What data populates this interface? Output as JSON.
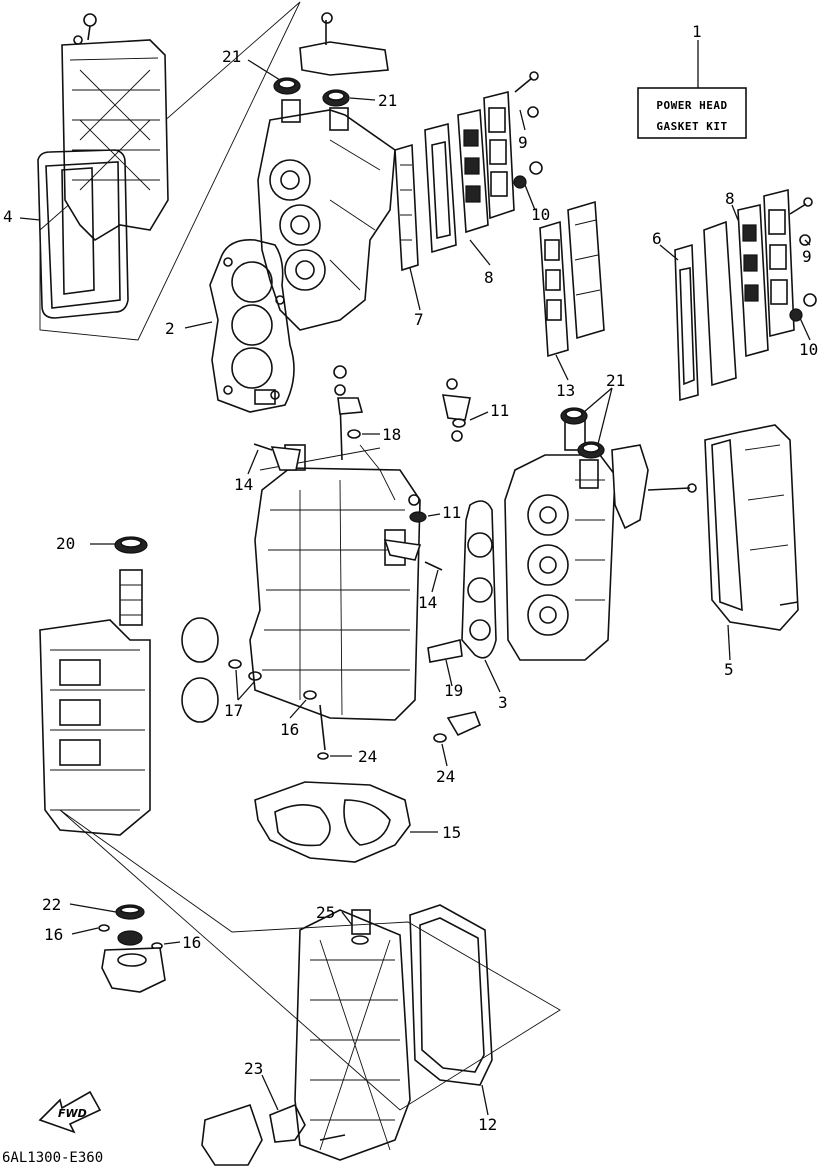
{
  "kit_box": {
    "line1": "POWER HEAD",
    "line2": "GASKET KIT"
  },
  "drawing_code": "6AL1300-E360",
  "direction_badge": "FWD",
  "callouts": {
    "c1": "1",
    "c2": "2",
    "c3": "3",
    "c4": "4",
    "c5": "5",
    "c6": "6",
    "c7": "7",
    "c8a": "8",
    "c8b": "8",
    "c9a": "9",
    "c9b": "9",
    "c10a": "10",
    "c10b": "10",
    "c11a": "11",
    "c11b": "11",
    "c12": "12",
    "c13": "13",
    "c14a": "14",
    "c14b": "14",
    "c15": "15",
    "c16a": "16",
    "c16b": "16",
    "c16c": "16",
    "c17": "17",
    "c18": "18",
    "c19": "19",
    "c20": "20",
    "c21a": "21",
    "c21b": "21",
    "c21c": "21",
    "c22": "22",
    "c23": "23",
    "c24a": "24",
    "c24b": "24",
    "c25": "25"
  }
}
